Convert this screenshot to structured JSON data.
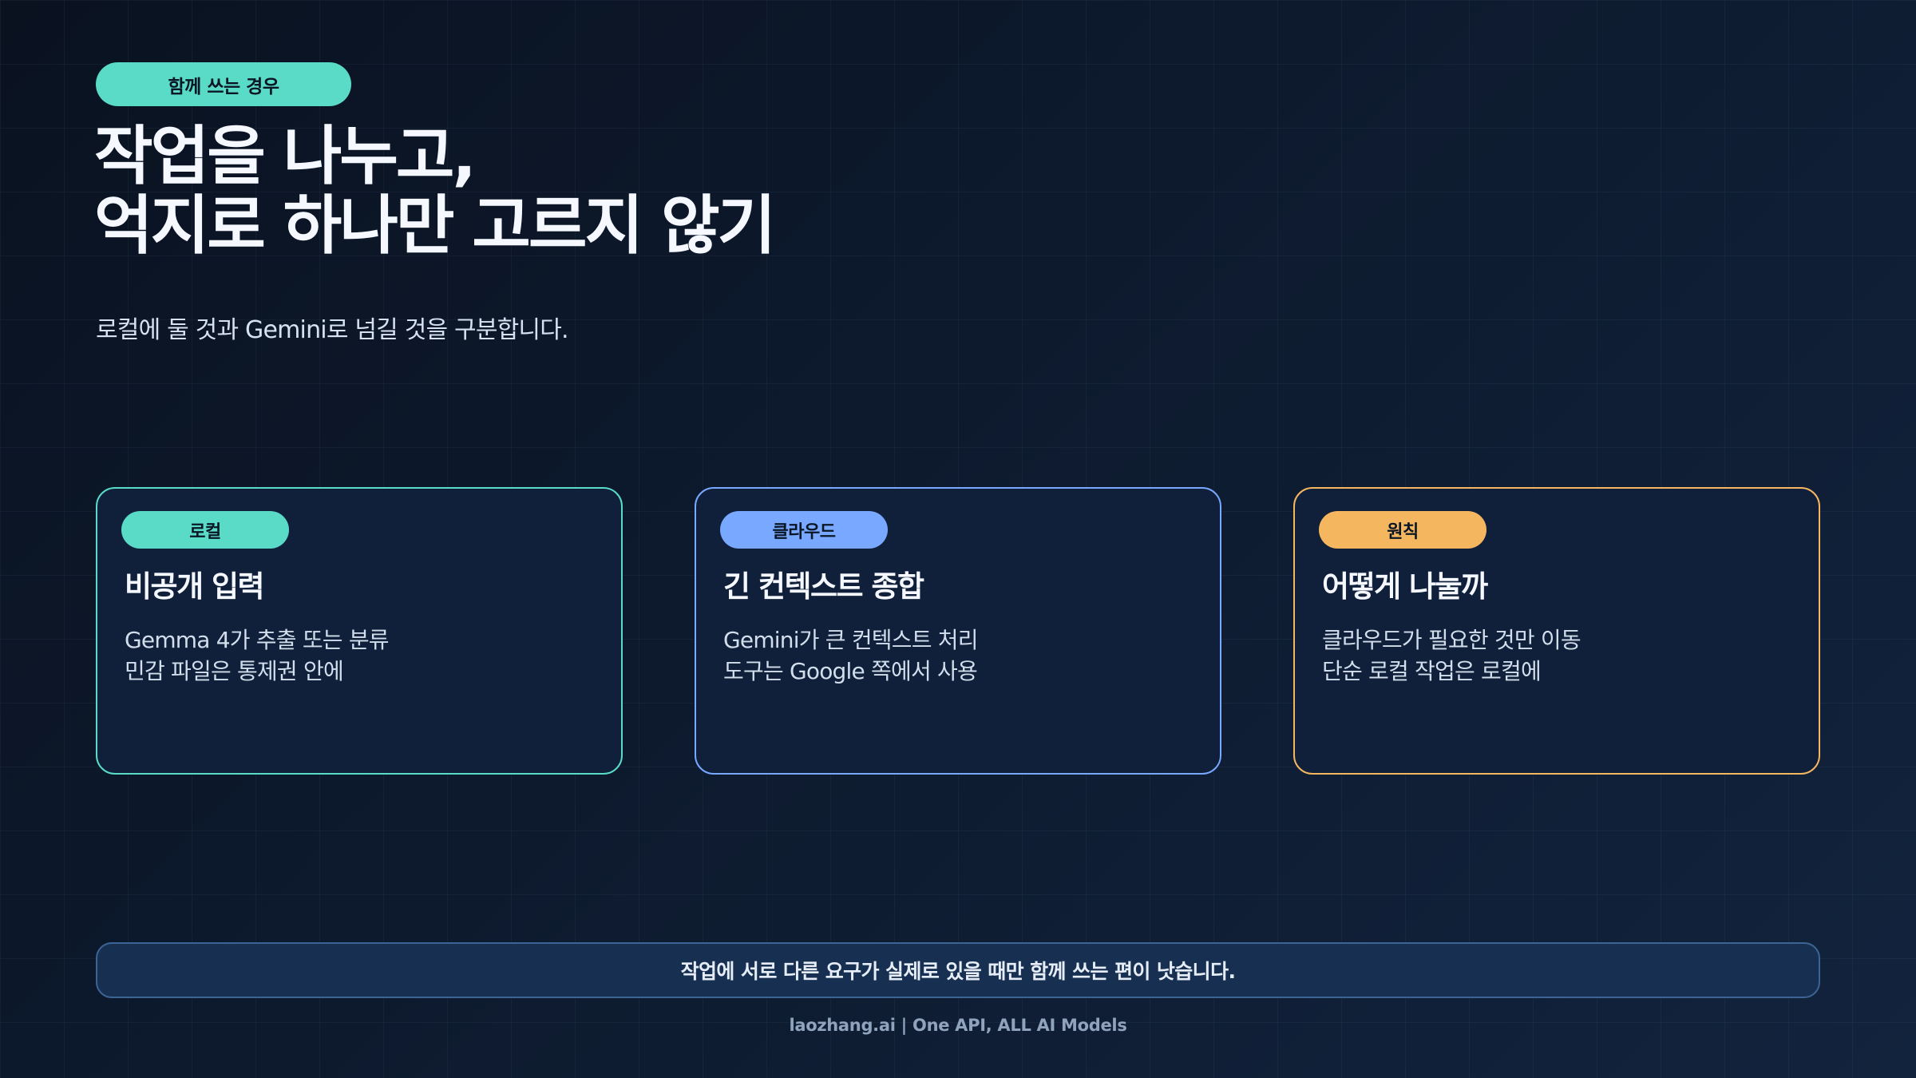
{
  "eyebrow": {
    "label": "함께 쓰는 경우",
    "color": "#59dbc8"
  },
  "title": {
    "line1": "작업을 나누고,",
    "line2": "억지로 하나만 고르지 않기"
  },
  "subtitle": "로컬에 둘 것과 Gemini로 넘길 것을 구분합니다.",
  "cards": [
    {
      "tag": "로컬",
      "accent": "#59dbc8",
      "heading": "비공개 입력",
      "lines": [
        "Gemma 4가 추출 또는 분류",
        "민감 파일은 통제권 안에"
      ]
    },
    {
      "tag": "클라우드",
      "accent": "#78a8ff",
      "heading": "긴 컨텍스트 종합",
      "lines": [
        "Gemini가 큰 컨텍스트 처리",
        "도구는 Google 쪽에서 사용"
      ]
    },
    {
      "tag": "원칙",
      "accent": "#f5b660",
      "heading": "어떻게 나눌까",
      "lines": [
        "클라우드가 필요한 것만 이동",
        "단순 로컬 작업은 로컬에"
      ]
    }
  ],
  "banner": "작업에 서로 다른 요구가 실제로 있을 때만 함께 쓰는 편이 낫습니다.",
  "footer": "laozhang.ai | One API, ALL AI Models"
}
